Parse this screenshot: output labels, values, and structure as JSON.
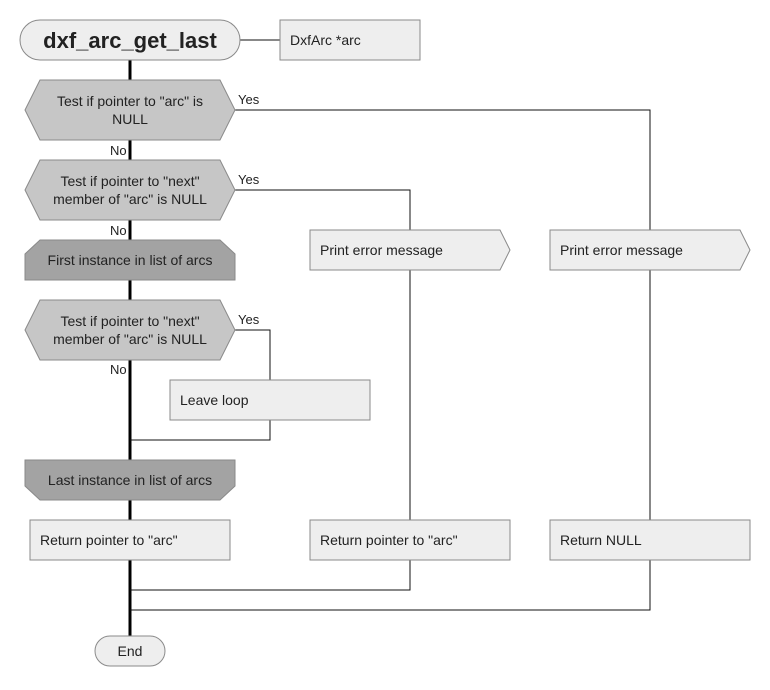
{
  "start": {
    "label": "dxf_arc_get_last"
  },
  "parameter": {
    "label": "DxfArc *arc"
  },
  "decision_arc_null": {
    "line1": "Test if pointer to \"arc\" is",
    "line2": "NULL"
  },
  "decision_next_null": {
    "line1": "Test if pointer to \"next\"",
    "line2": "member of \"arc\" is NULL"
  },
  "loop_start": {
    "label": "First instance in list of arcs"
  },
  "decision_loop_next": {
    "line1": "Test if pointer to \"next\"",
    "line2": "member of \"arc\" is NULL"
  },
  "leave_loop": {
    "label": "Leave loop"
  },
  "loop_end": {
    "label": "Last instance in list of arcs"
  },
  "return_main": {
    "label": "Return pointer to \"arc\""
  },
  "print_error_1": {
    "label": "Print error message"
  },
  "return_mid": {
    "label": "Return pointer to \"arc\""
  },
  "print_error_2": {
    "label": "Print error message"
  },
  "return_null": {
    "label": "Return NULL"
  },
  "end": {
    "label": "End"
  },
  "edge_labels": {
    "yes": "Yes",
    "no": "No"
  },
  "colors": {
    "decision_fill": "#c6c6c6",
    "loop_fill": "#a3a3a3",
    "box_fill": "#eeeeee",
    "border": "#8a8a8a",
    "main_line": "#000000",
    "branch_line": "#111111"
  }
}
